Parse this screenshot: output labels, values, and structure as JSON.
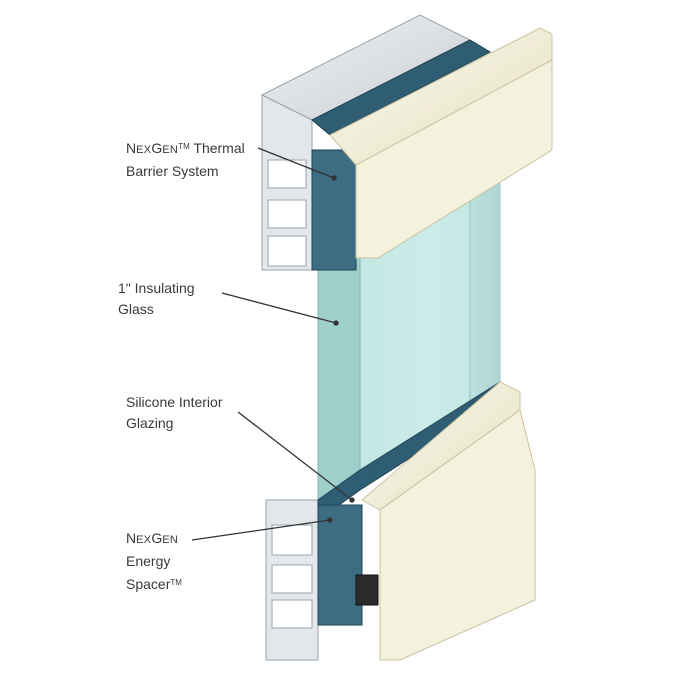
{
  "colors": {
    "aluminum": "#dfe3e6",
    "aluminum_dark": "#b9c0c6",
    "cream": "#f4f1dc",
    "cream_dark": "#ded9ba",
    "glass": "#bfe4e0",
    "glass_edge": "#8fc4c0",
    "barrier": "#2f5e74",
    "leader": "#333333",
    "text": "#3a3a3a"
  },
  "labels": {
    "thermal": {
      "line1_prefix": "N",
      "line1_smallcaps": "EX",
      "line1_mid": "G",
      "line1_smallcaps2": "EN",
      "line1_tm": "TM",
      "line1_suffix": " Thermal",
      "line2": "Barrier System"
    },
    "glass": {
      "line1": "1\" Insulating",
      "line2": "Glass"
    },
    "silicone": {
      "line1": "Silicone Interior",
      "line2": "Glazing"
    },
    "spacer": {
      "line1_prefix": "N",
      "line1_smallcaps": "EX",
      "line1_mid": "G",
      "line1_smallcaps2": "EN",
      "line2": "Energy",
      "line3": "Spacer",
      "line3_tm": "TM"
    }
  }
}
